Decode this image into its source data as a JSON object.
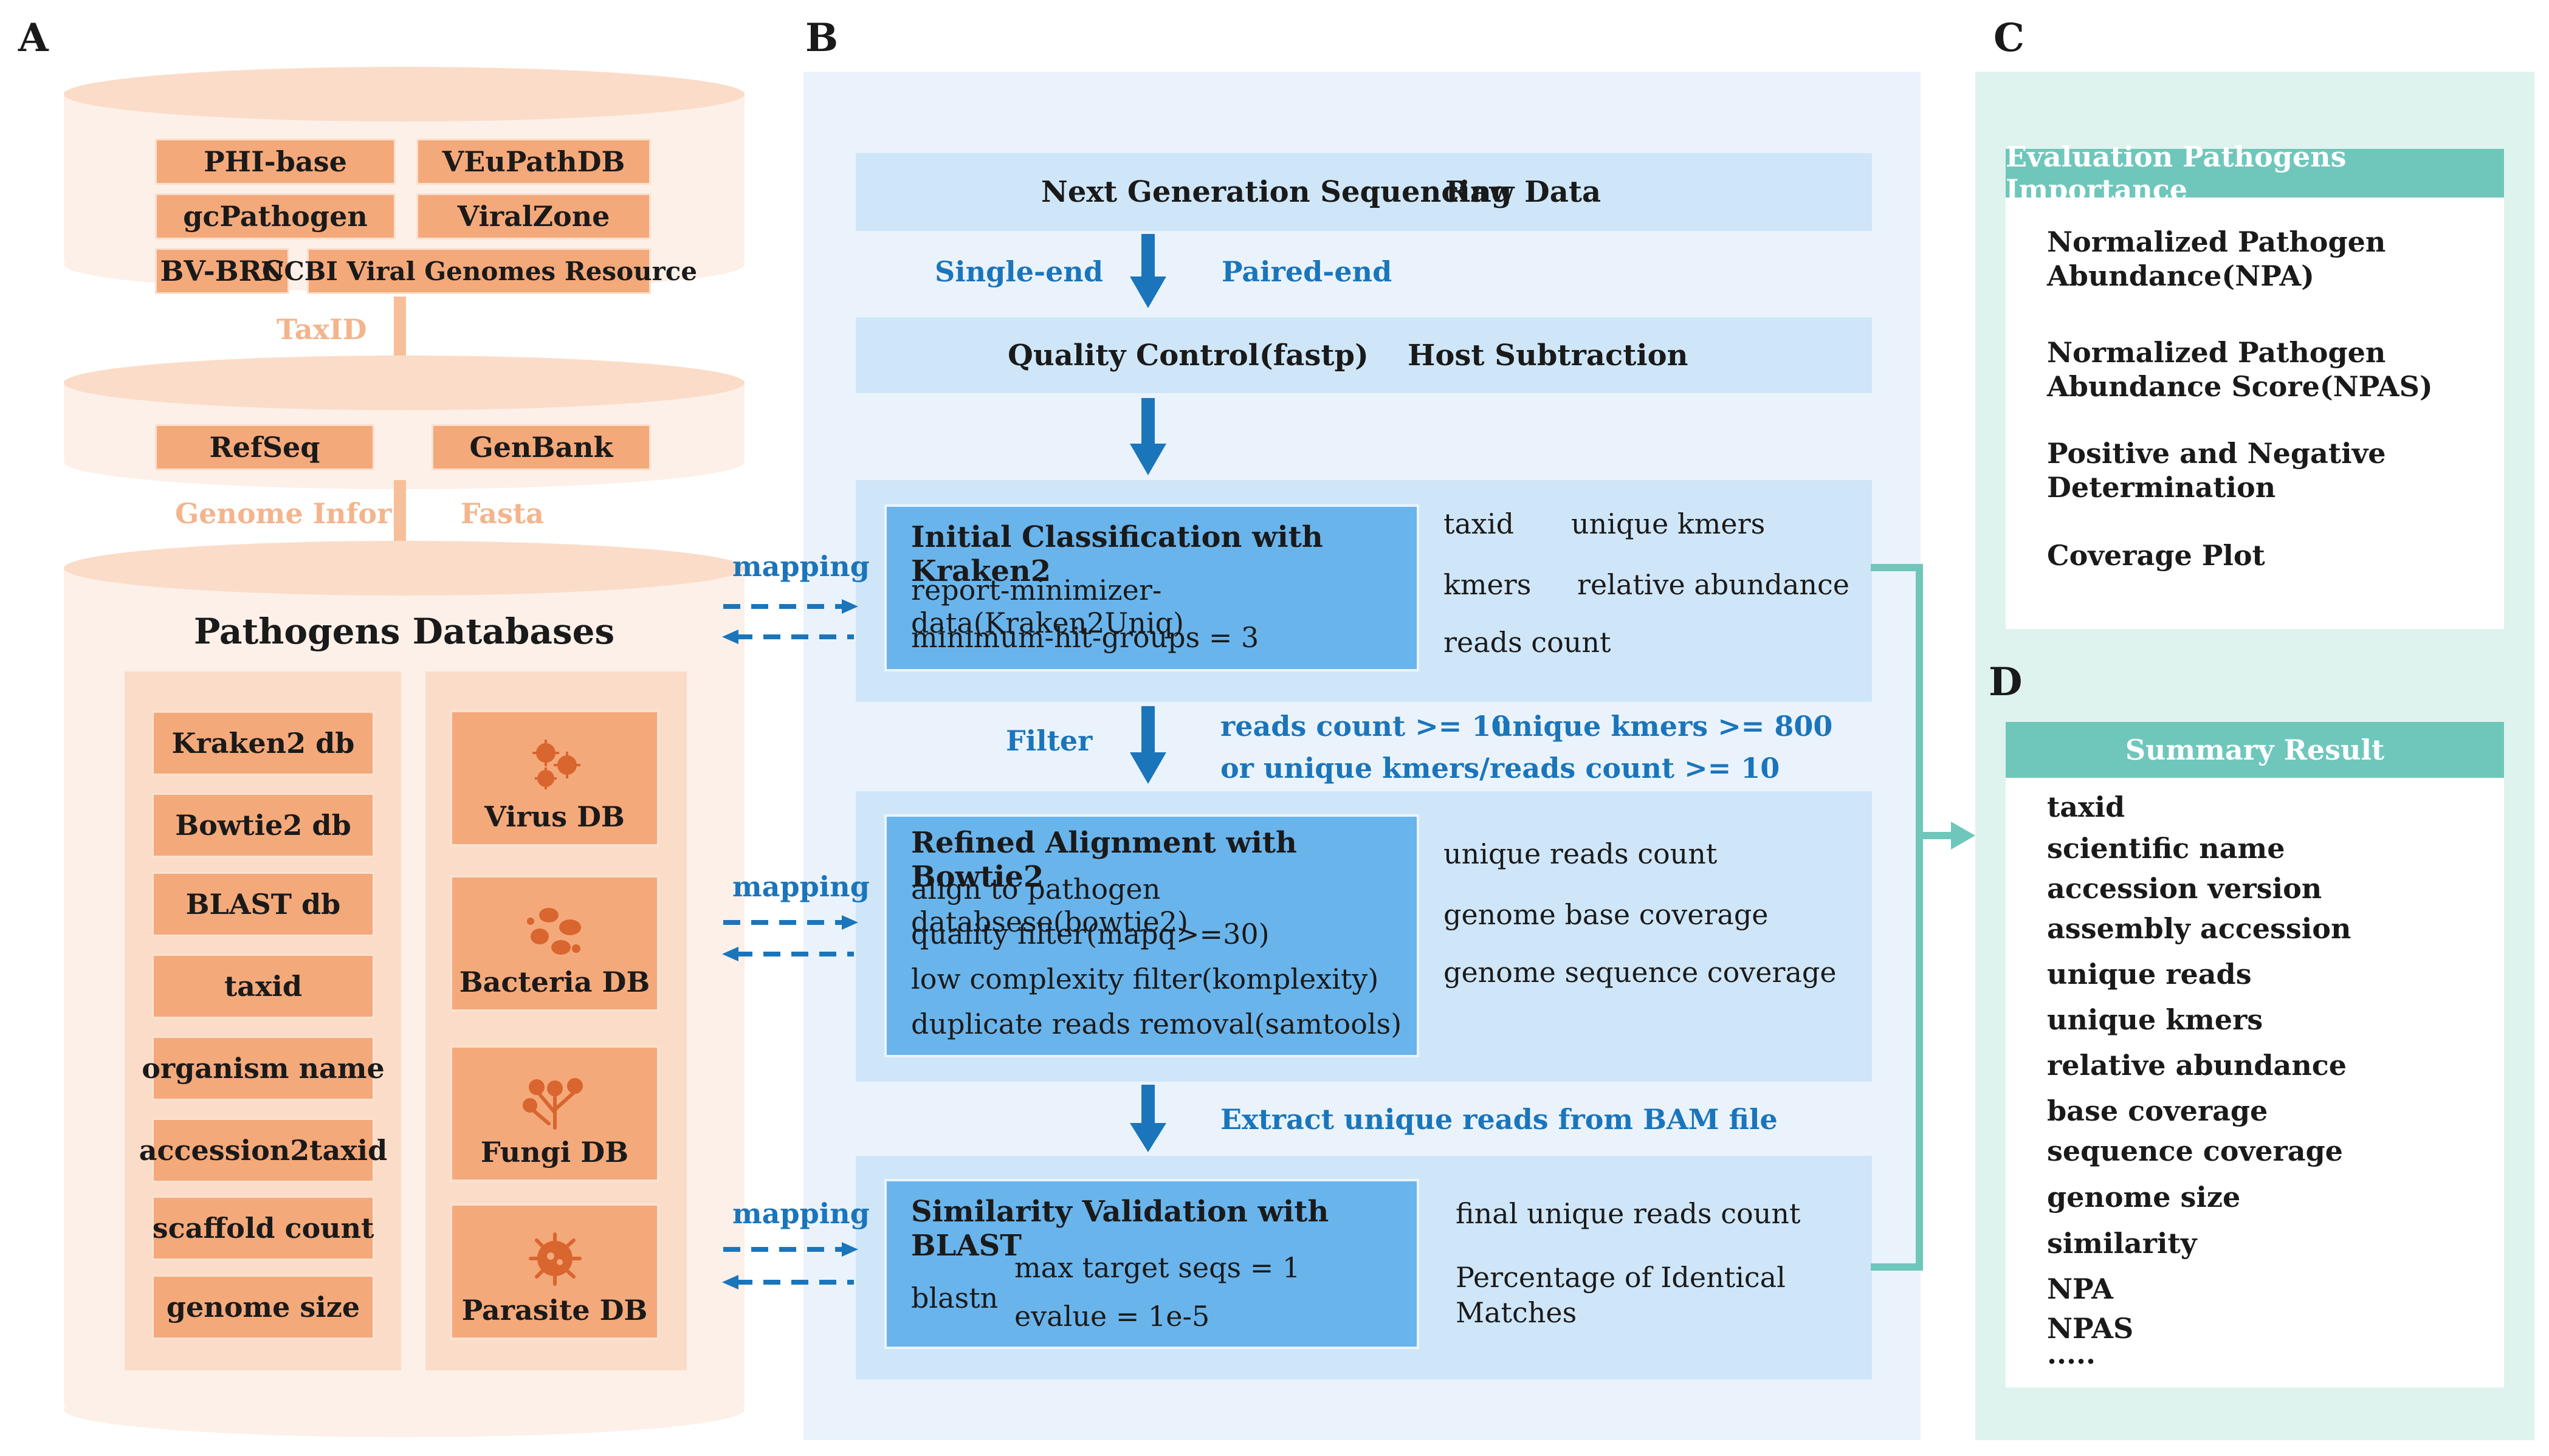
{
  "panels": {
    "a": "A",
    "b": "B",
    "c": "C",
    "d": "D"
  },
  "panel_a": {
    "sources": [
      "PHI-base",
      "VEuPathDB",
      "gcPathogen",
      "ViralZone",
      "BV-BRC",
      "NCBI Viral Genomes Resource"
    ],
    "taxid_label": "TaxID",
    "refs": [
      "RefSeq",
      "GenBank"
    ],
    "genome_label": "Genome Infor",
    "fasta_label": "Fasta",
    "db_title": "Pathogens Databases",
    "left_items": [
      "Kraken2 db",
      "Bowtie2 db",
      "BLAST db",
      "taxid",
      "organism name",
      "accession2taxid",
      "scaffold count",
      "genome size"
    ],
    "right_items": [
      "Virus DB",
      "Bacteria DB",
      "Fungi DB",
      "Parasite DB"
    ],
    "icons": [
      "virus-icon",
      "bacteria-icon",
      "fungi-icon",
      "parasite-icon"
    ],
    "colors": {
      "tag": "#f4a97a",
      "cylinder": "#fdf0e8",
      "label": "#f4b48c"
    }
  },
  "panel_b": {
    "ngs": "Next Generation Sequencing",
    "raw": "Raw Data",
    "single": "Single-end",
    "paired": "Paired-end",
    "qc": "Quality Control(fastp)",
    "host": "Host Subtraction",
    "mapping": "mapping",
    "kraken": {
      "title": "Initial Classification with Kraken2",
      "lines": [
        "report-minimizer-data(Kraken2Uniq)",
        "minimum-hit-groups = 3"
      ],
      "outputs": [
        "taxid",
        "unique kmers",
        "kmers",
        "relative abundance",
        "reads count"
      ]
    },
    "filter": {
      "label": "Filter",
      "line1a": "reads count >= 10",
      "line1b": "unique kmers >= 800",
      "line2": "or unique kmers/reads count >= 10"
    },
    "bowtie": {
      "title": "Refined Alignment with Bowtie2",
      "lines": [
        "align to pathogen databsese(bowtie2)",
        "quality filter(mapq>=30)",
        "low complexity filter(komplexity)",
        "duplicate reads removal(samtools)"
      ],
      "outputs": [
        "unique reads count",
        "genome base coverage",
        "genome sequence coverage"
      ]
    },
    "extract": "Extract  unique reads from BAM file",
    "blast": {
      "title": "Similarity Validation with BLAST",
      "prog": "blastn",
      "params": [
        "max target seqs = 1",
        "evalue = 1e-5"
      ],
      "outputs": [
        "final unique reads count",
        "Percentage of Identical",
        "Matches"
      ]
    },
    "colors": {
      "bar": "#cfe6f8",
      "inner": "#6ab4ec",
      "accent": "#1b75bb",
      "bg": "#eaf3fc"
    }
  },
  "panel_c": {
    "header": "Evaluation Pathogens Importance",
    "items": [
      [
        "Normalized Pathogen",
        "Abundance(NPA)"
      ],
      [
        "Normalized Pathogen",
        "Abundance Score(NPAS)"
      ],
      [
        "Positive and Negative",
        "Determination"
      ],
      [
        "Coverage Plot"
      ]
    ]
  },
  "panel_d": {
    "header": "Summary Result",
    "items": [
      "taxid",
      "scientific name",
      "accession version",
      "assembly accession",
      "unique reads",
      "unique kmers",
      "relative abundance",
      "base coverage",
      "sequence coverage",
      "genome size",
      "similarity",
      "NPA",
      "NPAS",
      "....."
    ]
  },
  "colors": {
    "teal": "#6fc7bb",
    "teal_bg": "#dff3ee"
  }
}
